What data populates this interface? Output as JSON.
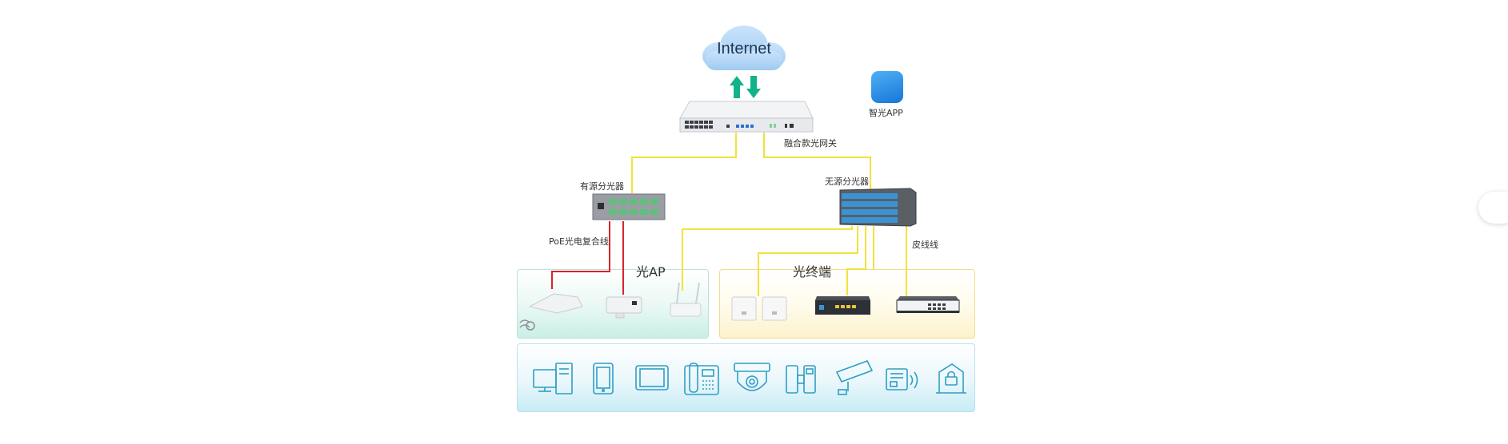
{
  "cloud": {
    "label": "Internet"
  },
  "app": {
    "label": "智光APP"
  },
  "gateway": {
    "label": "融合款光网关"
  },
  "active_splitter": {
    "label": "有源分光器"
  },
  "passive_splitter": {
    "label": "无源分光器"
  },
  "poe_cable": {
    "label": "PoE光电复合线"
  },
  "drop_cable": {
    "label": "皮线线"
  },
  "optical_ap": {
    "title": "光AP"
  },
  "optical_terminal": {
    "title": "光终端"
  },
  "colors": {
    "fiber": "#f2e23a",
    "poe": "#d8232a",
    "arrow": "#12b38a",
    "device_stroke": "#2f9ec4"
  },
  "devices": [
    {
      "icon": "desktop-computer-icon"
    },
    {
      "icon": "smartphone-icon"
    },
    {
      "icon": "tablet-icon"
    },
    {
      "icon": "ip-phone-icon"
    },
    {
      "icon": "dome-camera-icon"
    },
    {
      "icon": "door-access-icon"
    },
    {
      "icon": "bullet-camera-icon"
    },
    {
      "icon": "broadcast-speaker-icon"
    },
    {
      "icon": "smart-lock-icon"
    }
  ]
}
